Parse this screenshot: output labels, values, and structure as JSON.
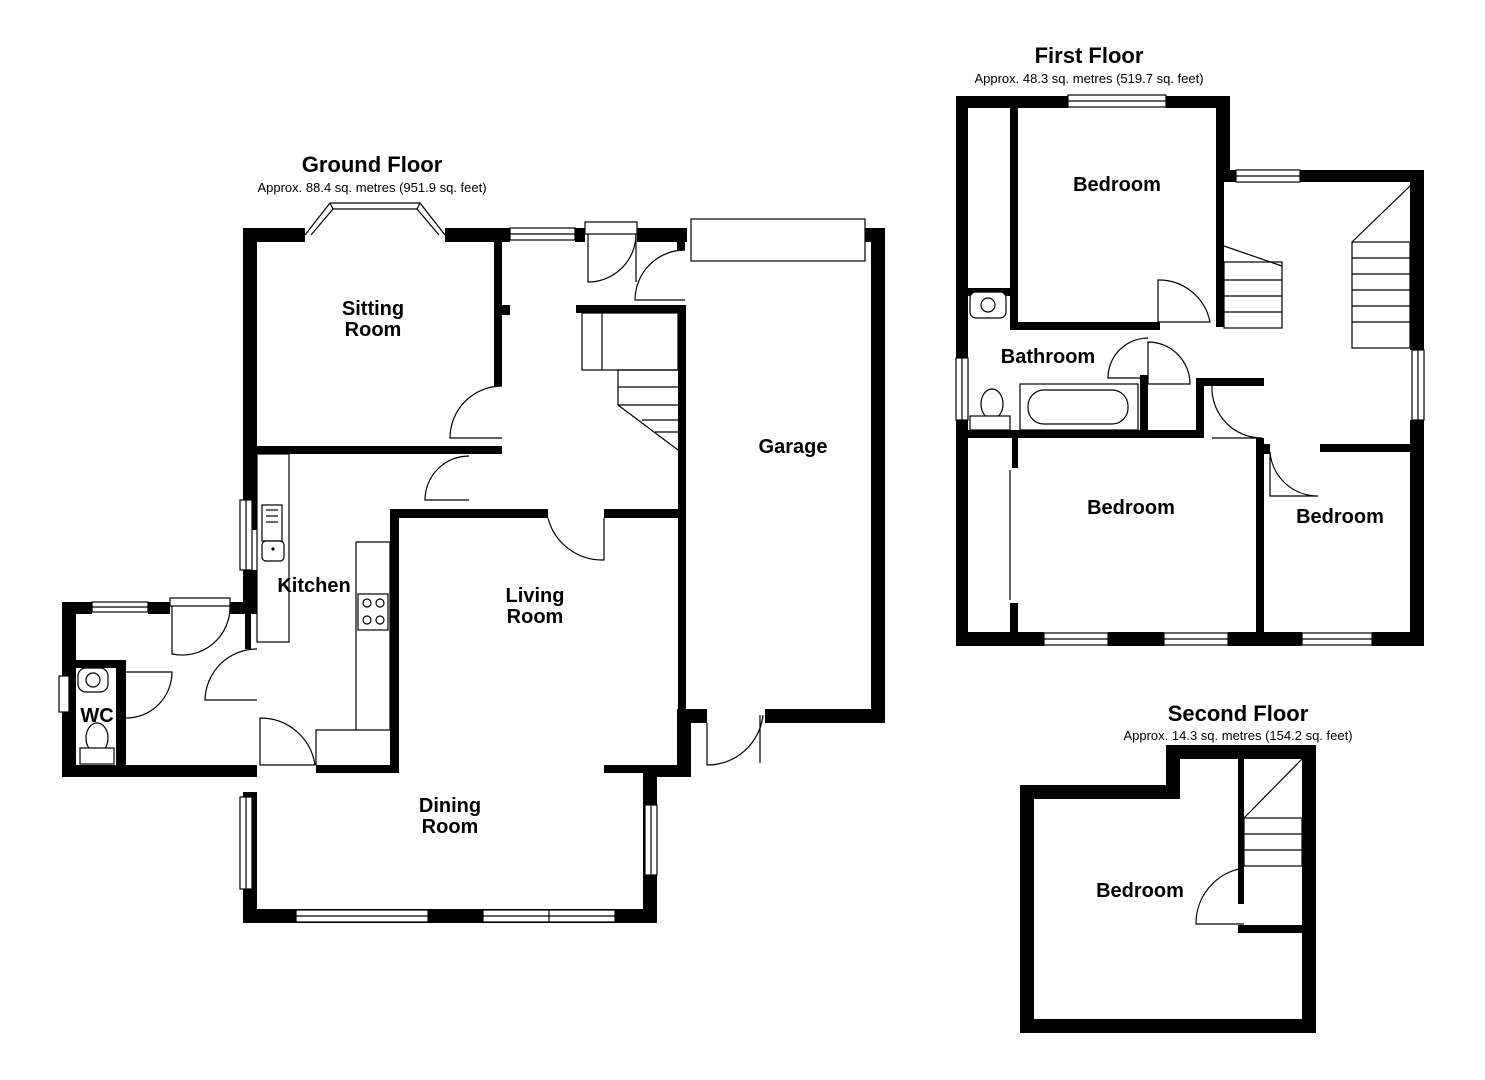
{
  "floors": {
    "ground": {
      "title": "Ground Floor",
      "area": "Approx. 88.4 sq. metres (951.9 sq. feet)",
      "rooms": {
        "sitting_1": "Sitting",
        "sitting_2": "Room",
        "kitchen": "Kitchen",
        "living_1": "Living",
        "living_2": "Room",
        "garage": "Garage",
        "dining_1": "Dining",
        "dining_2": "Room",
        "wc": "WC"
      }
    },
    "first": {
      "title": "First Floor",
      "area": "Approx. 48.3 sq. metres (519.7 sq. feet)",
      "rooms": {
        "bedroom_top": "Bedroom",
        "bathroom": "Bathroom",
        "bedroom_left": "Bedroom",
        "bedroom_right": "Bedroom"
      }
    },
    "second": {
      "title": "Second Floor",
      "area": "Approx. 14.3 sq. metres (154.2 sq. feet)",
      "rooms": {
        "bedroom": "Bedroom"
      }
    }
  },
  "colors": {
    "wall": "#000000",
    "background": "#ffffff"
  }
}
